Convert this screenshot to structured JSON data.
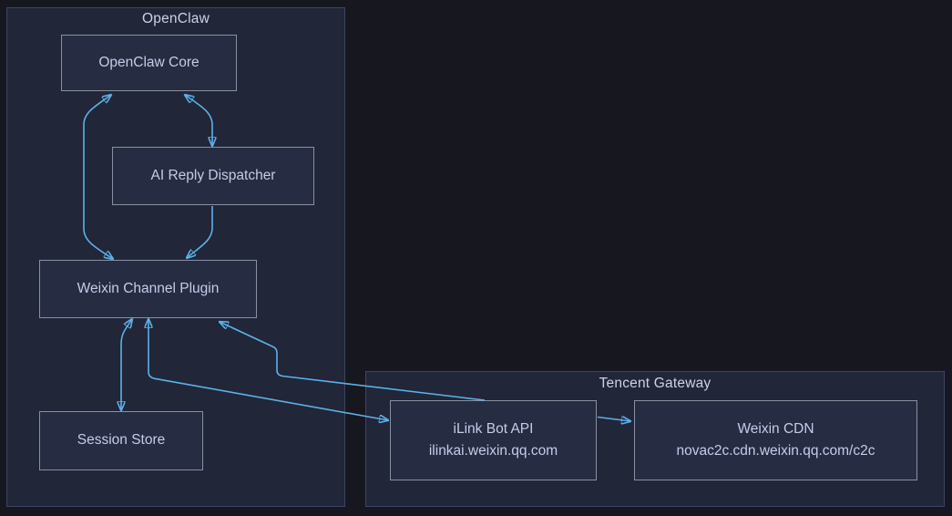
{
  "diagram": {
    "type": "architecture-flowchart",
    "colors": {
      "background": "#16171f",
      "container_fill": "#212639",
      "container_border": "#3d4563",
      "node_fill": "#262c41",
      "node_border": "#8a90a0",
      "text": "#c6cbe9",
      "container_title_text": "#ced2e9",
      "arrow": "#5cb1e8"
    },
    "containers": {
      "openclaw": {
        "title": "OpenClaw"
      },
      "gateway": {
        "title": "Tencent Gateway"
      }
    },
    "nodes": {
      "core": {
        "label": "OpenClaw Core"
      },
      "dispatcher": {
        "label": "AI Reply Dispatcher"
      },
      "plugin": {
        "label": "Weixin Channel Plugin"
      },
      "session": {
        "label": "Session Store"
      },
      "ilink": {
        "label": "iLink Bot API",
        "sublabel": "ilinkai.weixin.qq.com"
      },
      "cdn": {
        "label": "Weixin CDN",
        "sublabel": "novac2c.cdn.weixin.qq.com/c2c"
      }
    },
    "edges": [
      {
        "from": "OpenClaw Core",
        "to": "Weixin Channel Plugin",
        "bidirectional": true
      },
      {
        "from": "OpenClaw Core",
        "to": "AI Reply Dispatcher",
        "bidirectional": true
      },
      {
        "from": "AI Reply Dispatcher",
        "to": "Weixin Channel Plugin",
        "bidirectional": false
      },
      {
        "from": "Weixin Channel Plugin",
        "to": "Session Store",
        "bidirectional": true
      },
      {
        "from": "Weixin Channel Plugin",
        "to": "iLink Bot API",
        "bidirectional": true
      },
      {
        "from": "iLink Bot API",
        "to": "Weixin Channel Plugin",
        "bidirectional": false
      },
      {
        "from": "iLink Bot API",
        "to": "Weixin CDN",
        "bidirectional": false
      }
    ]
  }
}
